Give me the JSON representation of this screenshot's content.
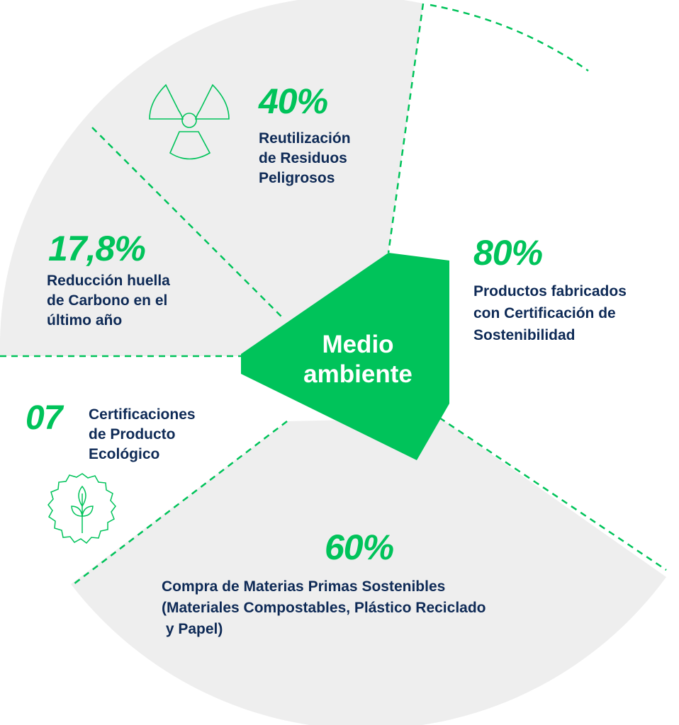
{
  "title": "Medio ambiente",
  "title_lines": [
    "Medio",
    "ambiente"
  ],
  "colors": {
    "accent": "#00c35a",
    "text": "#0e2a56",
    "sector": "#eeeeee"
  },
  "segments": [
    {
      "value": "40%",
      "label_lines": [
        "Reutilización",
        "de Residuos",
        "Peligrosos"
      ],
      "icon": "radiation-icon"
    },
    {
      "value": "17,8%",
      "label_lines": [
        "Reducción huella",
        "de Carbono en el",
        "último año"
      ]
    },
    {
      "value": "80%",
      "label_lines": [
        "Productos fabricados",
        "con Certificación de",
        "Sostenibilidad"
      ]
    },
    {
      "value": "07",
      "label_lines": [
        "Certificaciones",
        "de Producto",
        "Ecológico"
      ],
      "icon": "eco-plant-badge-icon"
    },
    {
      "value": "60%",
      "label_lines": [
        "Compra de Materias Primas Sostenibles",
        "(Materiales Compostables, Plástico Reciclado",
        " y Papel)"
      ]
    }
  ]
}
